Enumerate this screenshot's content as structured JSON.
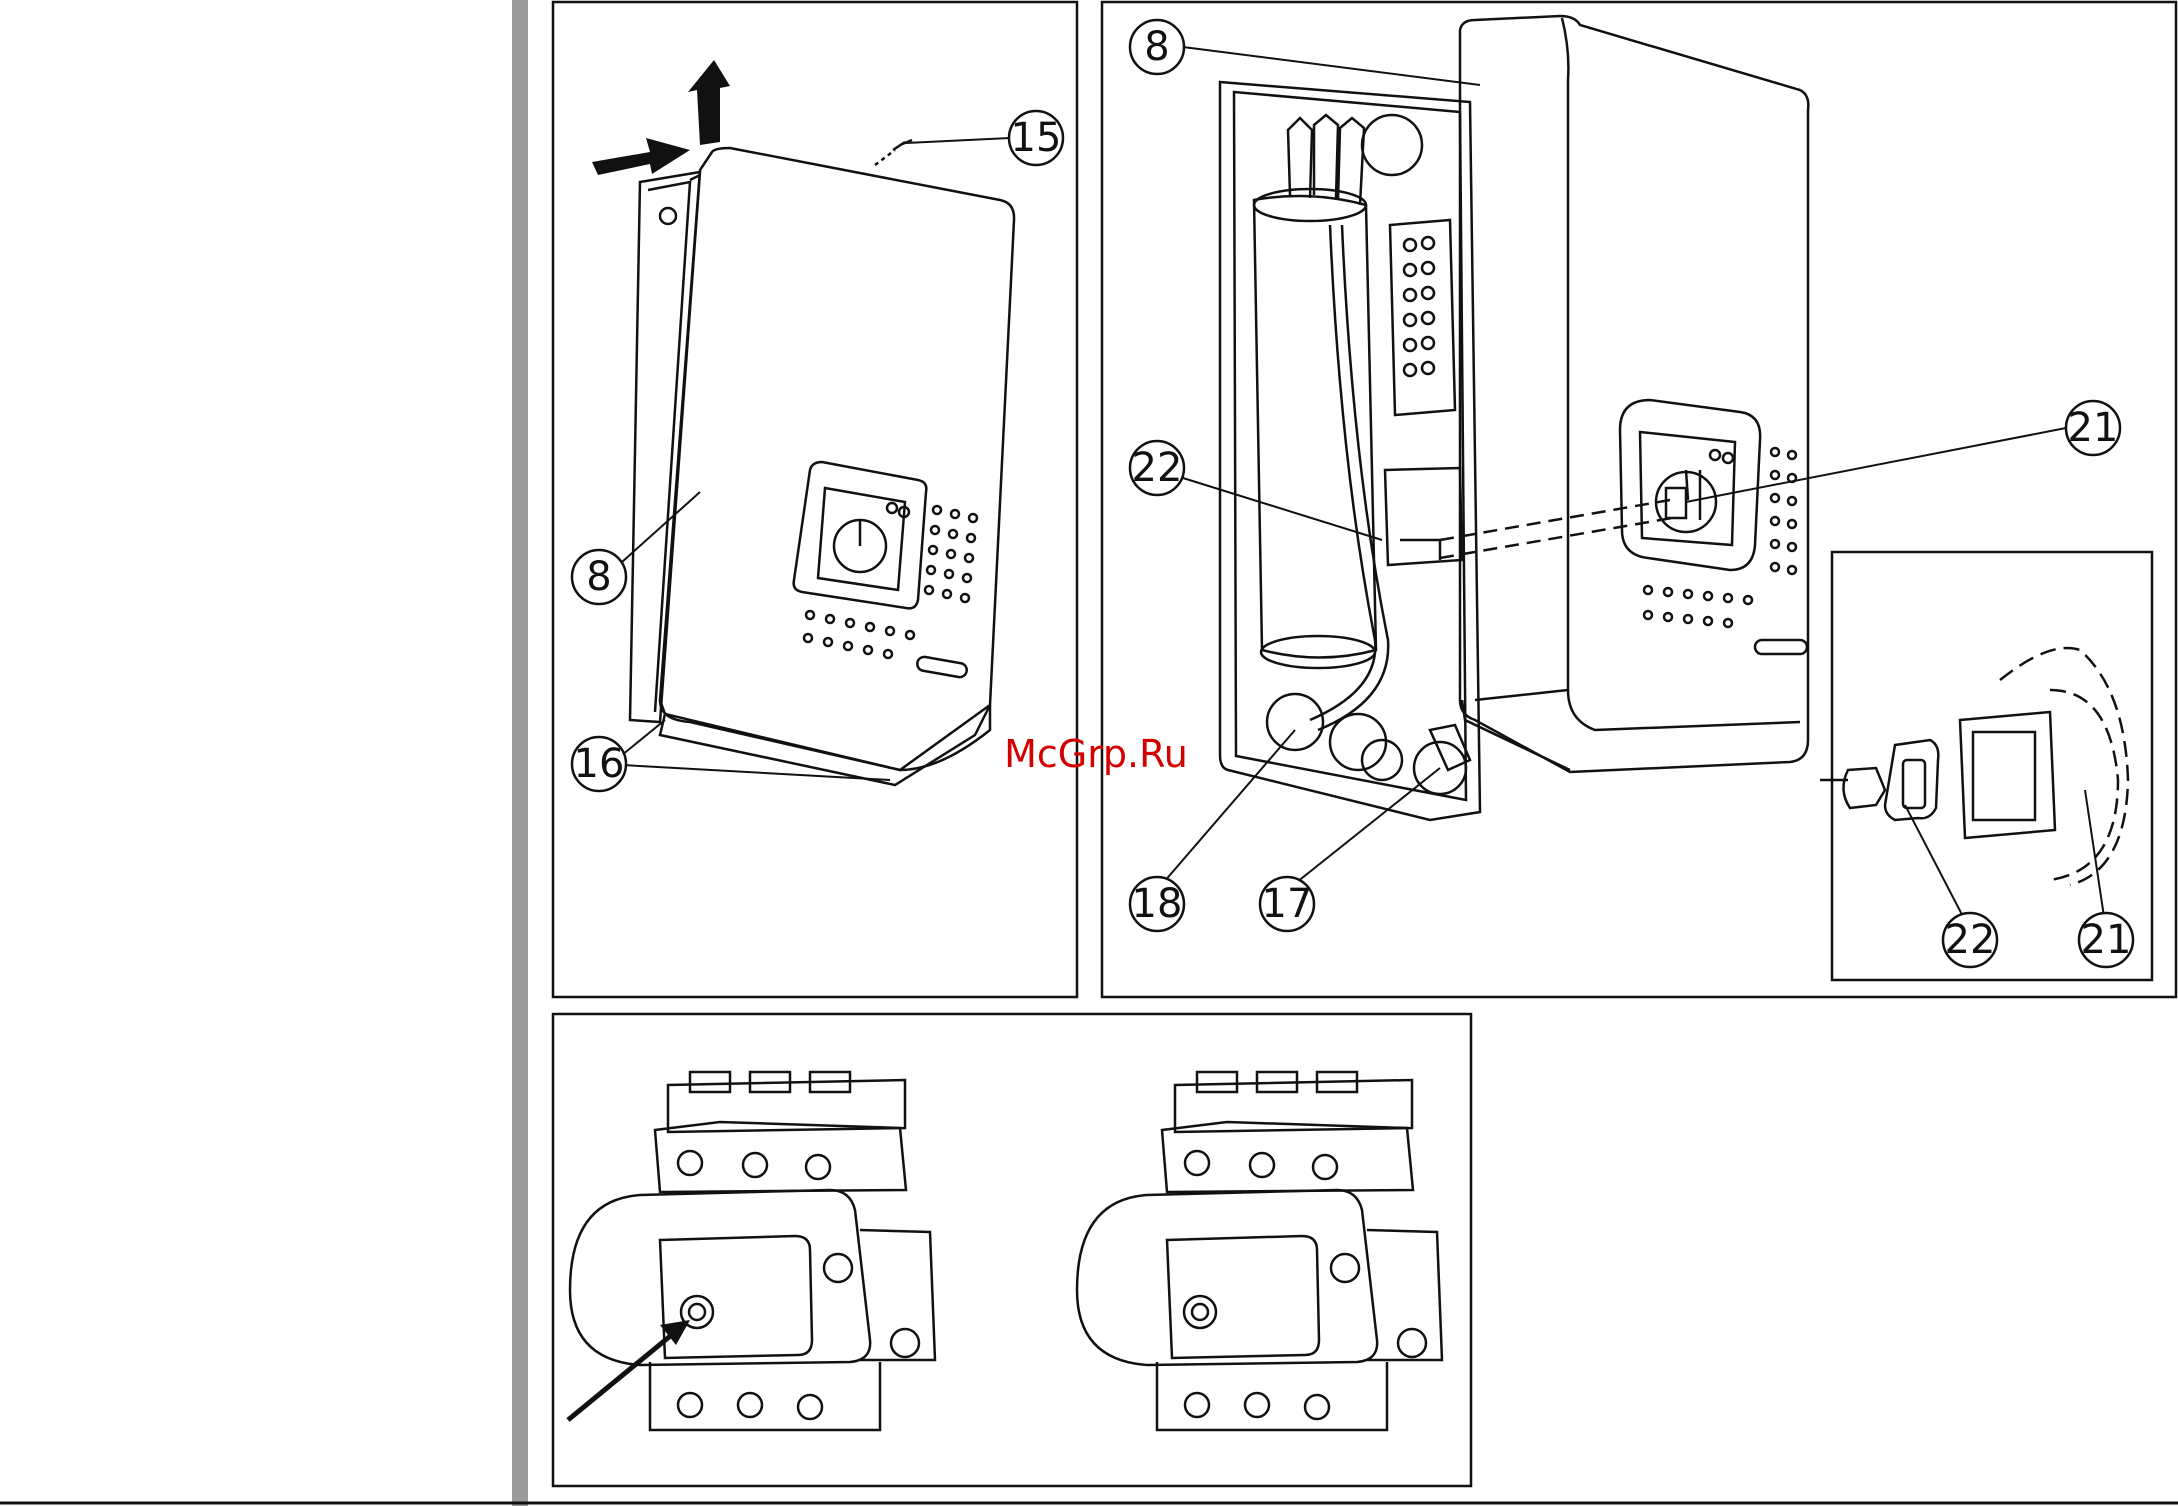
{
  "panel_a": {
    "callouts": {
      "c15": "15",
      "c8": "8",
      "c16": "16"
    }
  },
  "panel_b": {
    "callouts": {
      "c8": "8",
      "c22": "22",
      "c21": "21",
      "c18": "18",
      "c17": "17"
    },
    "inset": {
      "c22": "22",
      "c21": "21"
    }
  },
  "watermark": "McGrp.Ru",
  "colors": {
    "sidebar_bar": "#9a9a9a",
    "line": "#111111",
    "watermark": "#d40000"
  }
}
